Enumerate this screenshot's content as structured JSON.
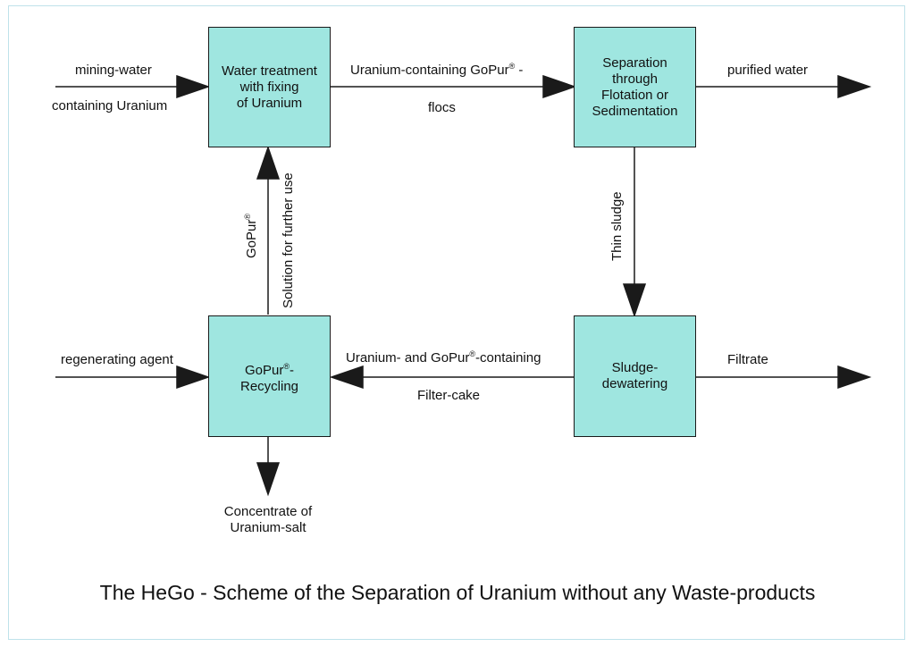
{
  "boxes": {
    "water_treatment": "Water treatment\nwith fixing\nof Uranium",
    "separation": "Separation\nthrough\nFlotation or\nSedimentation",
    "recycling_a": "GoPur",
    "recycling_b": "-\nRecycling",
    "dewatering": "Sludge-\ndewatering"
  },
  "labels": {
    "mining_water": "mining-water",
    "containing_uranium": "containing Uranium",
    "uranium_containing_a": "Uranium-containing GoPur",
    "uranium_containing_b": " -",
    "flocs": "flocs",
    "purified_water": "purified water",
    "thin_sludge": "Thin sludge",
    "gopur": "GoPur",
    "solution": "Solution for further use",
    "regenerating_agent": "regenerating agent",
    "filter_a": "Uranium- and GoPur",
    "filter_b": "-containing",
    "filter_cake": "Filter-cake",
    "filtrate": "Filtrate",
    "concentrate": "Concentrate of\nUranium-salt",
    "reg": "®"
  },
  "title": "The HeGo - Scheme of the Separation of Uranium without any Waste-products",
  "colors": {
    "box_fill": "#9fe6e0",
    "line": "#1a1a1a",
    "frame": "#bfe2ea"
  }
}
